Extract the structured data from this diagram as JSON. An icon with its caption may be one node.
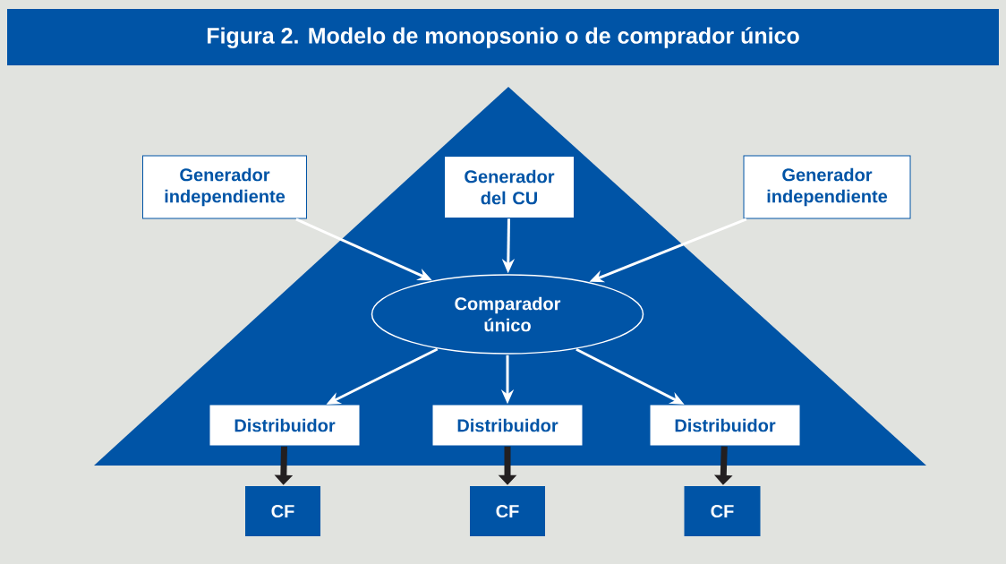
{
  "diagram": {
    "title": "Figura 2. Modelo de monopsonio o de comprador único",
    "nodes": [
      {
        "text": [
          "Generador independiente"
        ]
      },
      {
        "text": [
          "Generador del CU"
        ]
      },
      {
        "text": [
          "Generador independiente"
        ]
      },
      {
        "text": [
          "Comparador único"
        ]
      },
      {
        "text": [
          "Distribuidor"
        ]
      },
      {
        "text": [
          "Distribuidor"
        ]
      },
      {
        "text": [
          "Distribuidor"
        ]
      },
      {
        "text": [
          "CF"
        ]
      },
      {
        "text": [
          "CF"
        ]
      },
      {
        "text": [
          "CF"
        ]
      }
    ],
    "edges": [
      {
        "from": 0,
        "to": 3,
        "arrow": "to"
      },
      {
        "from": 1,
        "to": 3,
        "arrow": "to"
      },
      {
        "from": 2,
        "to": 3,
        "arrow": "to"
      },
      {
        "from": 3,
        "to": 4,
        "arrow": "to"
      },
      {
        "from": 3,
        "to": 5,
        "arrow": "to"
      },
      {
        "from": 3,
        "to": 6,
        "arrow": "to"
      },
      {
        "from": 4,
        "to": 7,
        "arrow": "to",
        "style": "thick",
        "color": "#231f20"
      },
      {
        "from": 5,
        "to": 8,
        "arrow": "to",
        "style": "thick",
        "color": "#231f20"
      },
      {
        "from": 6,
        "to": 9,
        "arrow": "to",
        "style": "thick",
        "color": "#231f20"
      }
    ]
  }
}
